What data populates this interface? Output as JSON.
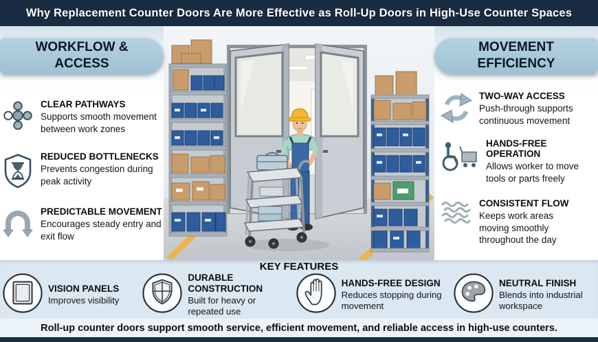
{
  "header": {
    "title": "Why Replacement Counter Doors Are More Effective as Roll-Up Doors in High-Use Counter Spaces"
  },
  "left_panel": {
    "title": "WORKFLOW & ACCESS",
    "items": [
      {
        "icon": "network-nodes-icon",
        "title": "CLEAR PATHWAYS",
        "description": "Supports smooth movement between work zones"
      },
      {
        "icon": "shield-hourglass-icon",
        "title": "REDUCED BOTTLENECKS",
        "description": "Prevents congestion during peak activity"
      },
      {
        "icon": "u-turn-arrow-icon",
        "title": "PREDICTABLE MOVEMENT",
        "description": "Encourages steady entry and exit flow"
      }
    ]
  },
  "right_panel": {
    "title": "MOVEMENT EFFICIENCY",
    "items": [
      {
        "icon": "cycle-arrows-icon",
        "title": "TWO-WAY ACCESS",
        "description": "Push-through supports continuous movement"
      },
      {
        "icon": "wheelchair-cart-icon",
        "title": "HANDS-FREE OPERATION",
        "description": "Allows worker to move tools or parts freely"
      },
      {
        "icon": "waves-icon",
        "title": "CONSISTENT FLOW",
        "description": "Keeps work areas moving smoothly throughout the day"
      }
    ]
  },
  "key_features": {
    "title": "KEY FEATURES",
    "items": [
      {
        "icon": "vision-panel-icon",
        "title": "VISION PANELS",
        "description": "Improves visibility"
      },
      {
        "icon": "shield-cross-icon",
        "title": "DURABLE CONSTRUCTION",
        "description": "Built for heavy or repeated use"
      },
      {
        "icon": "hand-icon",
        "title": "HANDS-FREE DESIGN",
        "description": "Reduces stopping during movement"
      },
      {
        "icon": "palette-icon",
        "title": "NEUTRAL FINISH",
        "description": "Blends into industrial workspace"
      }
    ]
  },
  "footer": {
    "text": "Roll-up counter doors support smooth service, efficient movement, and reliable access in high-use counters."
  },
  "illustration": {
    "alt": "Worker in yellow hard hat pushing a three-tier utility cart through open double swing doors between warehouse shelves stocked with brown boxes and blue bins, yellow floor lines on both sides"
  },
  "colors": {
    "header_navy": "#192c42",
    "pill_blue": "#a9c8d9",
    "band_blue": "#dbe7f1",
    "footer_blue": "#ecf4fa",
    "icon_gray": "#5f7280",
    "hardhat_yellow": "#f2b72e",
    "floor_stripe_yellow": "#e9b54d",
    "bin_blue": "#2e5d9e",
    "box_brown": "#c99c6b"
  }
}
